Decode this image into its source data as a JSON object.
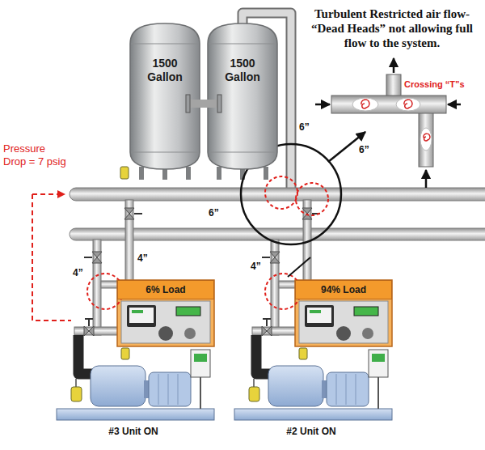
{
  "diagram": {
    "nodes": [
      {
        "text": [
          "1500 Gallon"
        ]
      },
      {
        "text": [
          "1500 Gallon"
        ]
      },
      {
        "text": [
          "6% Load"
        ]
      },
      {
        "text": [
          "94% Load"
        ]
      }
    ],
    "edges": [
      {
        "from": 0,
        "to": 1,
        "arrow": "none"
      }
    ],
    "labels": [
      "Turbulent Restricted air flow- “Dead Heads” not allowing full flow to the system.",
      "Crossing “T”s",
      "6”",
      "6”",
      "6”",
      "Pressure Drop = 7 psig",
      "4”",
      "4”",
      "4”",
      "#3 Unit ON",
      "#2 Unit ON"
    ]
  }
}
